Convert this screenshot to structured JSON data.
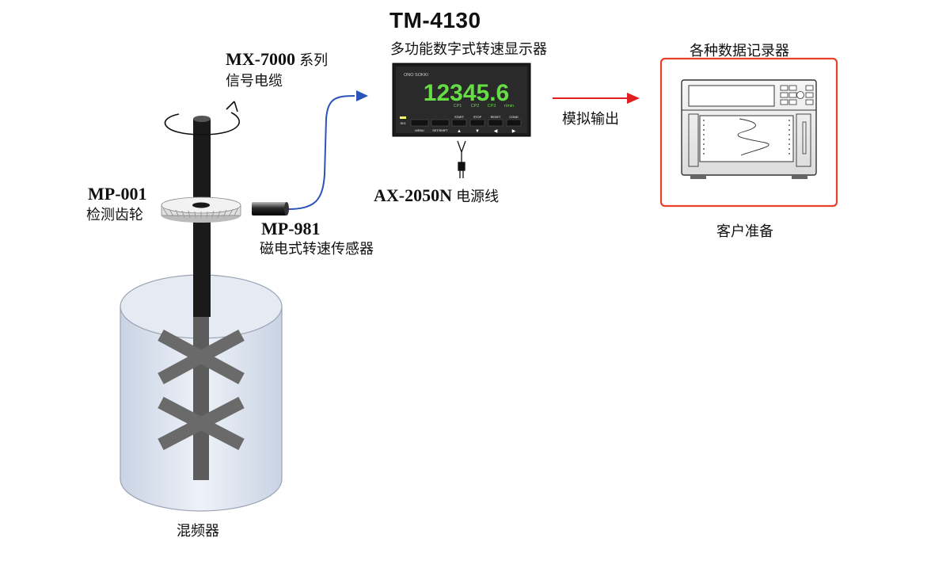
{
  "cable": {
    "model": "MX-7000",
    "series": "系列",
    "desc": "信号电缆"
  },
  "gear": {
    "model": "MP-001",
    "desc": "检测齿轮"
  },
  "sensor": {
    "model": "MP-981",
    "desc": "磁电式转速传感器"
  },
  "display": {
    "model": "TM-4130",
    "desc": "多功能数字式转速显示器",
    "brand": "ONO SOKKI",
    "reading": "12345.6",
    "cp_labels": [
      "CP1",
      "CP2",
      "CP3"
    ],
    "unit": "r/min",
    "sig_label": "SIG",
    "buttons": [
      "MENU",
      "SET/SHIFT",
      "START",
      "STOP",
      "RESET",
      "COND"
    ],
    "arrows": [
      "▲",
      "▼",
      "◀",
      "▶"
    ]
  },
  "power": {
    "model": "AX-2050N",
    "desc": "电源线"
  },
  "analog": {
    "label": "模拟输出"
  },
  "recorder": {
    "title": "各种数据记录器",
    "caption": "客户准备"
  },
  "mixer": {
    "label": "混频器"
  },
  "colors": {
    "signal_cable": "#2a55b8",
    "analog_arrow": "#e02020",
    "recorder_box": "#e8402a",
    "display_green": "#66dd44"
  }
}
